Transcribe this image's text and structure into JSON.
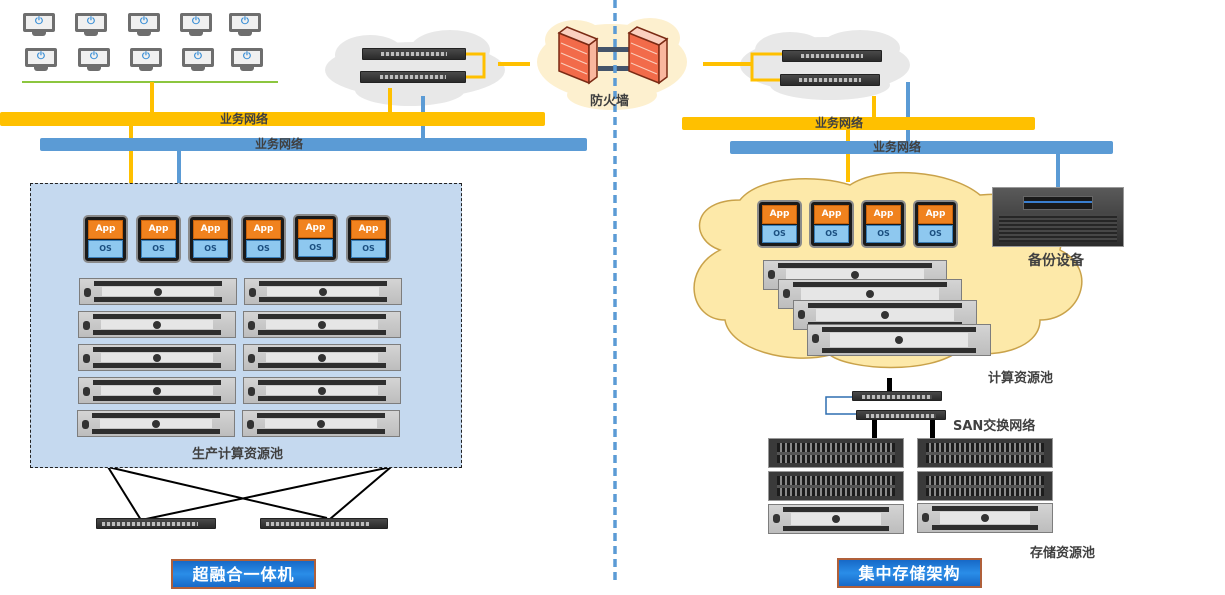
{
  "diagram": {
    "left_section": {
      "client_terminals": {
        "count": 10,
        "rows": 2,
        "per_row": 5,
        "icon": "monitor-power-icon"
      },
      "networks": [
        {
          "label": "业务网络",
          "color": "#ffc000"
        },
        {
          "label": "业务网络",
          "color": "#5b9bd5"
        }
      ],
      "switches_cloud": {
        "switch_count": 2
      },
      "compute_pool": {
        "label": "生产计算资源池",
        "vms": [
          {
            "app": "App",
            "os": "OS"
          },
          {
            "app": "App",
            "os": "OS"
          },
          {
            "app": "App",
            "os": "OS"
          },
          {
            "app": "App",
            "os": "OS"
          },
          {
            "app": "App",
            "os": "OS"
          },
          {
            "app": "App",
            "os": "OS"
          }
        ],
        "server_rows": 5,
        "servers_per_row": 2,
        "background": "#c5d9ef"
      },
      "bottom_switches": 2,
      "title": "超融合一体机"
    },
    "firewall": {
      "label": "防火墙",
      "color": "#f26b4a"
    },
    "right_section": {
      "switches_cloud": {
        "switch_count": 2
      },
      "networks": [
        {
          "label": "业务网络",
          "color": "#ffc000"
        },
        {
          "label": "业务网络",
          "color": "#5b9bd5"
        }
      ],
      "compute_pool": {
        "label": "计算资源池",
        "vms": [
          {
            "app": "App",
            "os": "OS"
          },
          {
            "app": "App",
            "os": "OS"
          },
          {
            "app": "App",
            "os": "OS"
          },
          {
            "app": "App",
            "os": "OS"
          }
        ],
        "stacked_servers": 4,
        "cloud_color": "#fde9a9"
      },
      "backup": {
        "label": "备份设备"
      },
      "san": {
        "label": "SAN交换网络",
        "switch_count": 2
      },
      "storage_pool": {
        "label": "存储资源池",
        "rows": 3,
        "per_row": 2
      },
      "title": "集中存储架构"
    },
    "colors": {
      "business_net_yellow": "#ffc000",
      "business_net_blue": "#5b9bd5",
      "client_bus_green": "#8cc63f",
      "divider": "#5b9bd5"
    }
  }
}
